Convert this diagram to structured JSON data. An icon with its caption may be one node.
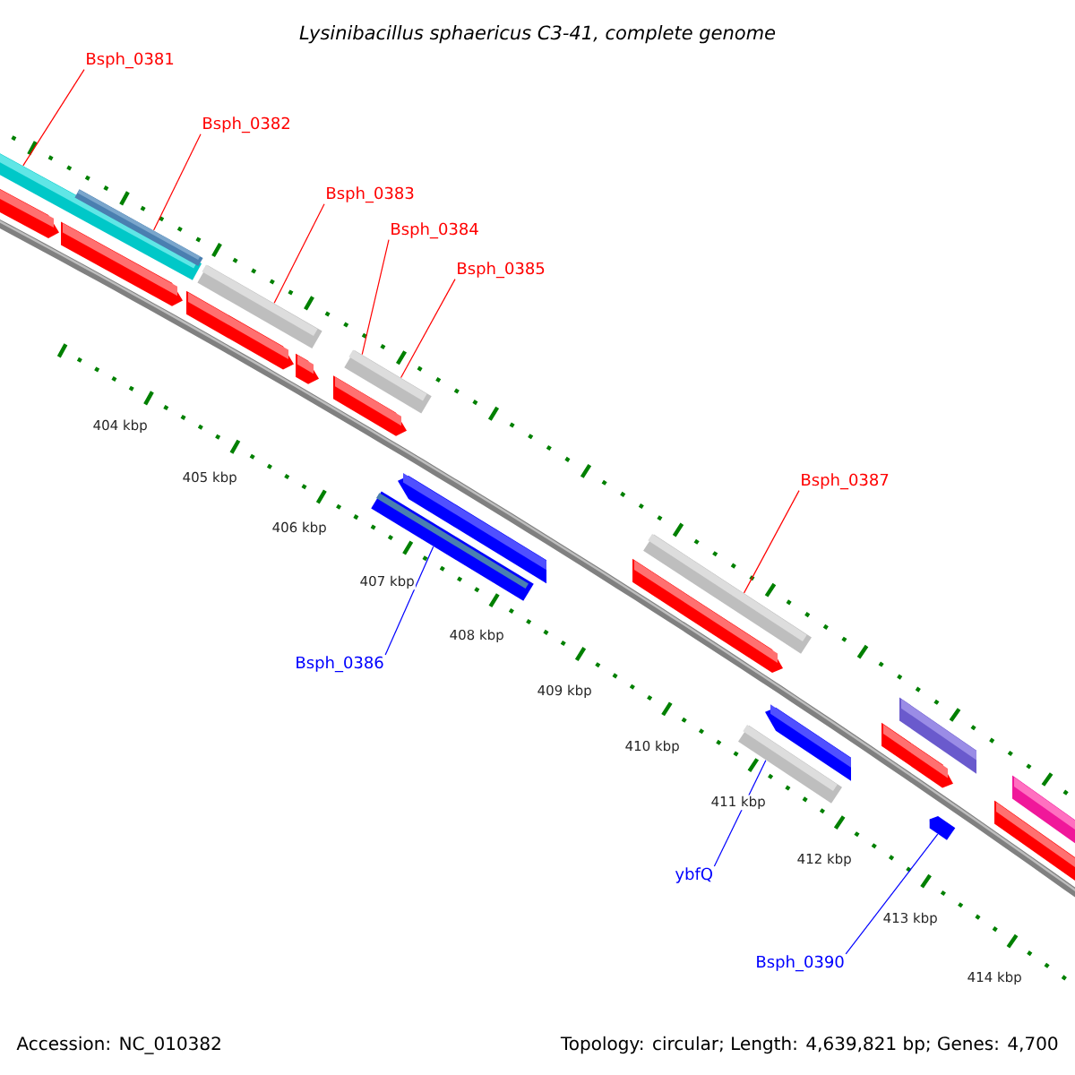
{
  "diagram": {
    "title": "Lysinibacillus sphaericus C3-41, complete genome",
    "nodes": [
      {
        "text": [
          "Bsph_0381"
        ]
      },
      {
        "text": [
          "Bsph_0382"
        ]
      },
      {
        "text": [
          "Bsph_0383"
        ]
      },
      {
        "text": [
          "Bsph_0384"
        ]
      },
      {
        "text": [
          "Bsph_0385"
        ]
      },
      {
        "text": [
          "Bsph_0387"
        ]
      },
      {
        "text": [
          "Bsph_0386"
        ]
      },
      {
        "text": [
          "ybfQ"
        ]
      },
      {
        "text": [
          "Bsph_0390"
        ]
      },
      {
        "text": [],
        "shape": "bar"
      },
      {
        "text": [],
        "shape": "bar"
      },
      {
        "text": [],
        "shape": "bar"
      },
      {
        "text": [],
        "shape": "bar"
      },
      {
        "text": [],
        "shape": "bar"
      },
      {
        "text": [],
        "shape": "bar"
      },
      {
        "text": [],
        "shape": "bar"
      },
      {
        "text": [],
        "shape": "bar"
      }
    ],
    "edges": [
      {
        "from": 0,
        "to": 9,
        "arrow": "none"
      },
      {
        "from": 1,
        "to": 10,
        "arrow": "none"
      },
      {
        "from": 2,
        "to": 11,
        "arrow": "none"
      },
      {
        "from": 3,
        "to": 12,
        "arrow": "none"
      },
      {
        "from": 4,
        "to": 12,
        "arrow": "none"
      },
      {
        "from": 5,
        "to": 13,
        "arrow": "none"
      },
      {
        "from": 6,
        "to": 14,
        "arrow": "none",
        "color": "#0000ff"
      },
      {
        "from": 7,
        "to": 15,
        "arrow": "none",
        "color": "#0000ff"
      },
      {
        "from": 8,
        "to": 16,
        "arrow": "none",
        "color": "#0000ff"
      }
    ],
    "labels": [
      "404 kbp",
      "405 kbp",
      "406 kbp",
      "407 kbp",
      "408 kbp",
      "409 kbp",
      "410 kbp",
      "411 kbp",
      "412 kbp",
      "413 kbp",
      "414 kbp",
      "Accession: NC_010382",
      "Topology: circular; Length: 4,639,821 bp; Genes: 4,700"
    ]
  }
}
